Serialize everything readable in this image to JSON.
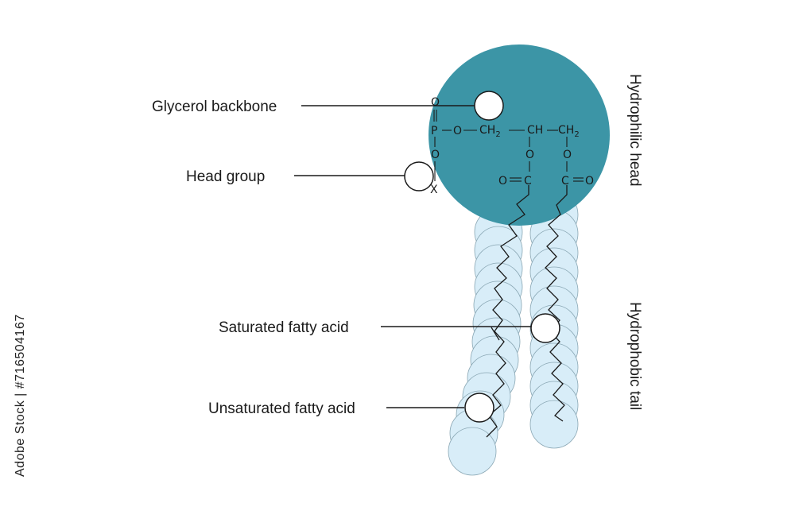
{
  "labels": {
    "glycerol_backbone": "Glycerol backbone",
    "head_group": "Head group",
    "saturated_fatty_acid": "Saturated fatty acid",
    "unsaturated_fatty_acid": "Unsaturated fatty acid",
    "hydrophilic_head": "Hydrophilic head",
    "hydrophobic_tail": "Hydrophobic tail"
  },
  "chem": {
    "o": "O",
    "p": "P",
    "c": "C",
    "ch": "CH",
    "h": "H",
    "sub2": "2",
    "x": "X",
    "eq": "=",
    "dash": "—"
  },
  "watermark": "Adobe Stock | #716504167",
  "colors": {
    "head": "#3c95a6",
    "tail": "#d8edf8",
    "tail_stroke": "#8aa7b4",
    "line": "#1a1a1a",
    "marker": "#ffffff"
  }
}
